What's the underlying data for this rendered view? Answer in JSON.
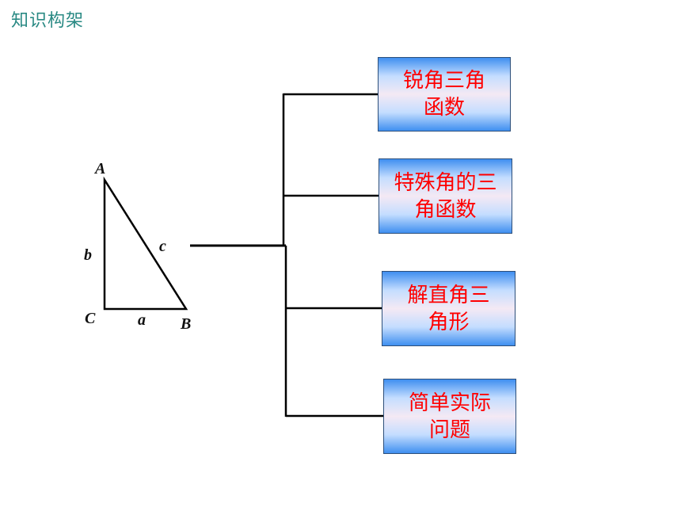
{
  "header": {
    "title": "知识构架"
  },
  "triangle": {
    "vertices": {
      "A": "A",
      "B": "B",
      "C": "C"
    },
    "sides": {
      "a": "a",
      "b": "b",
      "c": "c"
    }
  },
  "topics": [
    {
      "label": "锐角三角\n函数"
    },
    {
      "label": "特殊角的三\n角函数"
    },
    {
      "label": "解直角三\n角形"
    },
    {
      "label": "简单实际\n问题"
    }
  ],
  "colors": {
    "title": "#2a8a84",
    "box_text": "#ff0000",
    "box_gradient_edge": "#3f8ff0",
    "box_gradient_center": "#f4e9f4",
    "line": "#000000"
  }
}
